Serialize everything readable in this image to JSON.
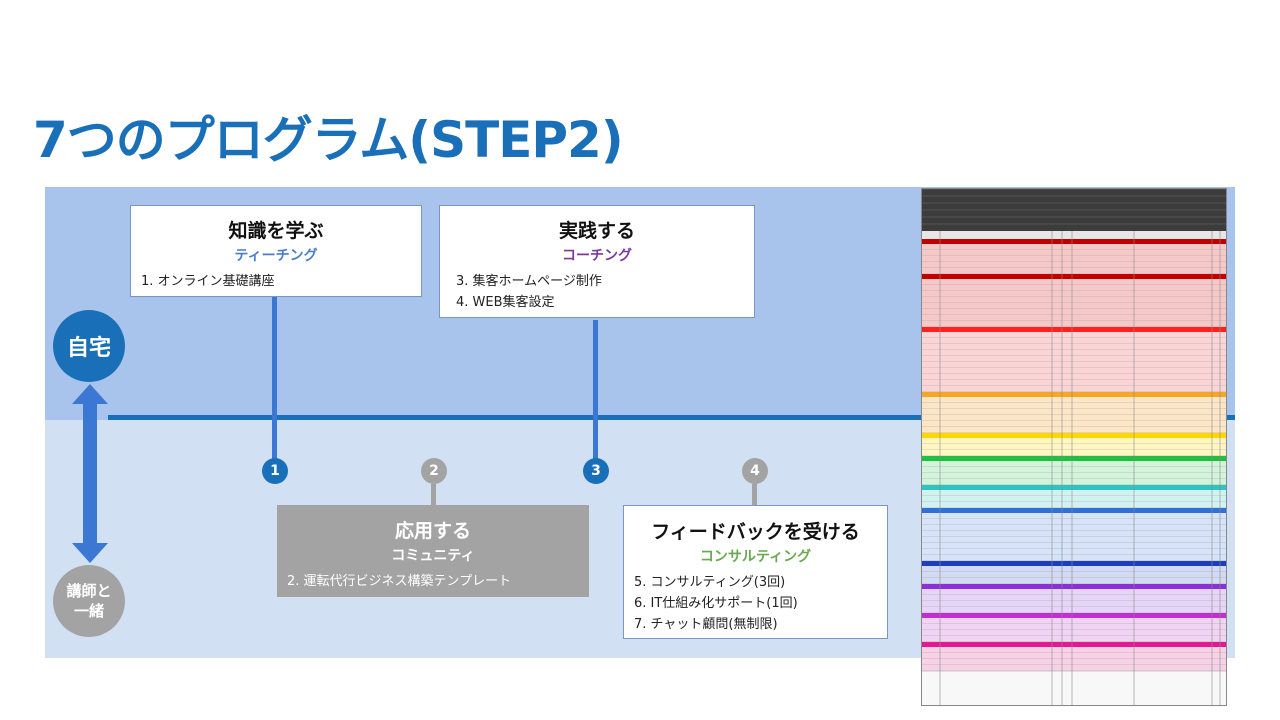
{
  "title": "7つのプログラム(STEP2)",
  "home_label": "自宅",
  "teacher_label_line1": "講師と",
  "teacher_label_line2": "一緒",
  "steps": [
    {
      "number": "1",
      "heading": "知識を学ぶ",
      "subheading": "ティーチング",
      "subheading_color": "#4a7fc8",
      "items": [
        "1. オンライン基礎講座"
      ]
    },
    {
      "number": "2",
      "heading": "応用する",
      "subheading": "コミュニティ",
      "items": [
        "2. 運転代行ビジネス構築テンプレート"
      ]
    },
    {
      "number": "3",
      "heading": "実践する",
      "subheading": "コーチング",
      "subheading_color": "#7a3aa0",
      "items": [
        "3. 集客ホームページ制作",
        "4. WEB集客設定"
      ]
    },
    {
      "number": "4",
      "heading": "フィードバックを受ける",
      "subheading": "コンサルティング",
      "subheading_color": "#6aa84f",
      "items": [
        "5. コンサルティング(3回)",
        "6. IT仕組み化サポート(1回)",
        "7. チャット顧問(無制限)"
      ]
    }
  ],
  "colors": {
    "title": "#1a70b8",
    "band_top": "#a9c4ec",
    "band_bottom": "#d2e0f3",
    "accent_blue": "#1a70b8",
    "gray": "#a3a3a3"
  },
  "spreadsheet_thumbnail": {
    "icon": "spreadsheet-image",
    "section_colors": [
      "#c00000",
      "#c00000",
      "#ff0000",
      "#f5a623",
      "#ffd600",
      "#1fbf3f",
      "#2ec4c4",
      "#2f6fd6",
      "#1b3fbf",
      "#8b2fd6",
      "#c030d0",
      "#e01b8f"
    ]
  }
}
